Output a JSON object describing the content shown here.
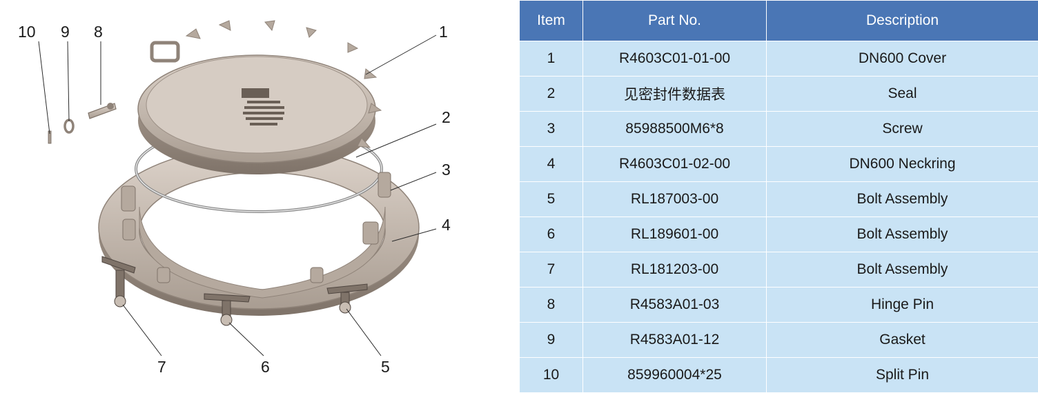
{
  "callouts": [
    "1",
    "2",
    "3",
    "4",
    "5",
    "6",
    "7",
    "8",
    "9",
    "10"
  ],
  "table": {
    "headers": [
      "Item",
      "Part No.",
      "Description"
    ],
    "rows": [
      [
        "1",
        "R4603C01-01-00",
        "DN600 Cover"
      ],
      [
        "2",
        "见密封件数据表",
        "Seal"
      ],
      [
        "3",
        "85988500M6*8",
        "Screw"
      ],
      [
        "4",
        "R4603C01-02-00",
        "DN600 Neckring"
      ],
      [
        "5",
        "RL187003-00",
        "Bolt Assembly"
      ],
      [
        "6",
        "RL189601-00",
        "Bolt Assembly"
      ],
      [
        "7",
        "RL181203-00",
        "Bolt Assembly"
      ],
      [
        "8",
        "R4583A01-03",
        "Hinge Pin"
      ],
      [
        "9",
        "R4583A01-12",
        "Gasket"
      ],
      [
        "10",
        "859960004*25",
        "Split Pin"
      ]
    ]
  },
  "colors": {
    "header": "#4a76b5",
    "row": "#c9e3f5",
    "metal": "#cbbfb4"
  }
}
